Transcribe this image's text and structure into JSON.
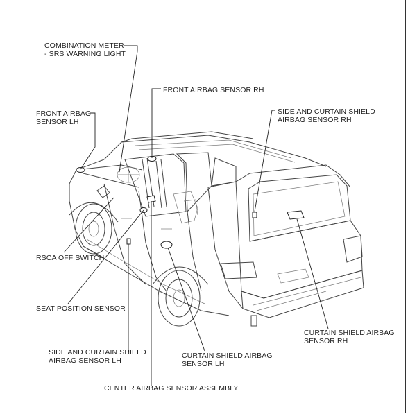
{
  "labels": {
    "combination_meter": "COMBINATION METER\n- SRS WARNING LIGHT",
    "front_airbag_sensor_rh": "FRONT AIRBAG SENSOR RH",
    "front_airbag_sensor_lh": "FRONT AIRBAG\nSENSOR LH",
    "side_curtain_shield_rh": "SIDE AND CURTAIN SHIELD\nAIRBAG SENSOR RH",
    "rsca_off_switch": "RSCA OFF SWITCH",
    "seat_position_sensor": "SEAT POSITION SENSOR",
    "curtain_shield_airbag_rh": "CURTAIN SHIELD AIRBAG\nSENSOR RH",
    "side_curtain_shield_lh": "SIDE AND CURTAIN SHIELD\nAIRBAG SENSOR LH",
    "curtain_shield_airbag_lh": "CURTAIN SHIELD AIRBAG\nSENSOR LH",
    "center_airbag_sensor": "CENTER AIRBAG SENSOR ASSEMBLY"
  }
}
